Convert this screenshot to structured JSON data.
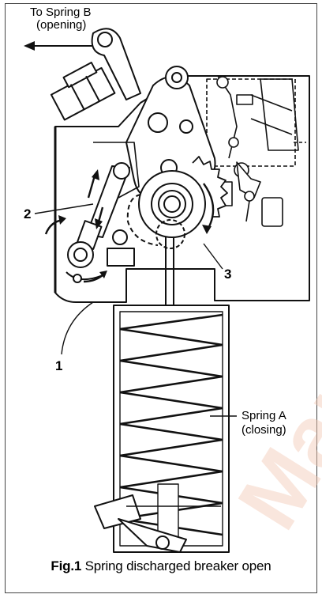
{
  "labels": {
    "spring_b_line1": "To Spring B",
    "spring_b_line2": "(opening)",
    "callout_1": "1",
    "callout_2": "2",
    "callout_3": "3",
    "spring_a_line1": "Spring A",
    "spring_a_line2": "(closing)"
  },
  "caption": {
    "fig": "Fig.1",
    "text": "Spring discharged breaker open"
  },
  "watermark": "ManualsLib"
}
